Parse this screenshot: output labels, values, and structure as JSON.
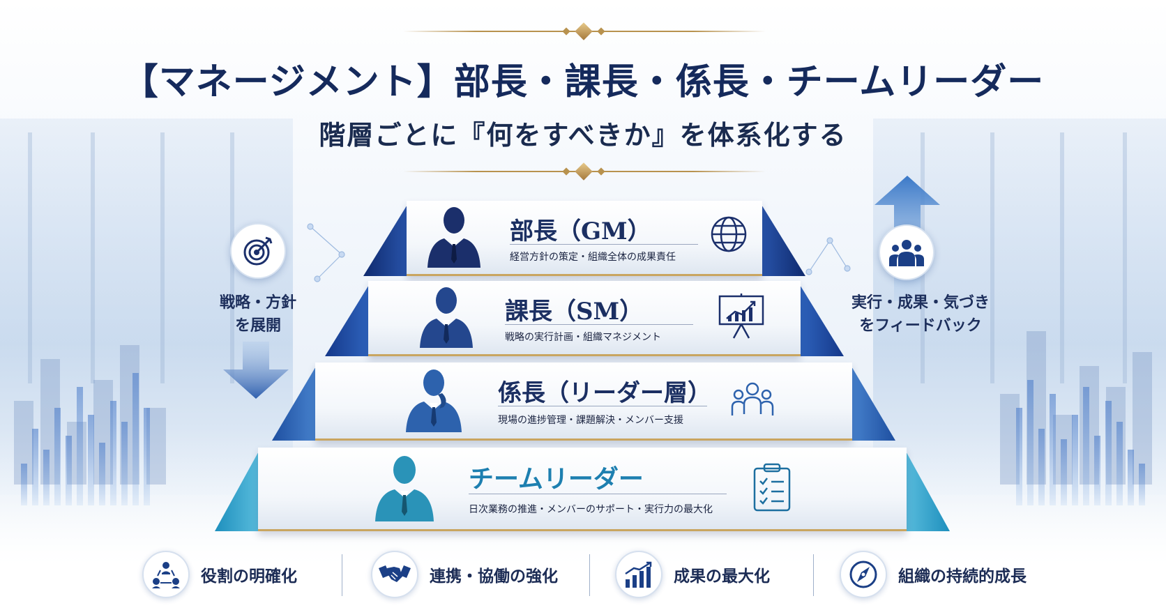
{
  "title": "【マネージメント】部長・課長・係長・チームリーダー",
  "subtitle": "階層ごとに『何をすべきか』を体系化する",
  "tiers": [
    {
      "name": "部長（GM）",
      "desc": "経営方針の策定・組織全体の成果責任",
      "icon": "globe-icon",
      "color": "#183a86"
    },
    {
      "name": "課長（SM）",
      "desc": "戦略の実行計画・組織マネジメント",
      "icon": "presentation-chart-icon",
      "color": "#1f4d9e"
    },
    {
      "name": "係長（リーダー層）",
      "desc": "現場の進捗管理・課題解決・メンバー支援",
      "icon": "team-icon",
      "color": "#2a64b5"
    },
    {
      "name": "チームリーダー",
      "desc": "日次業務の推進・メンバーのサポート・実行力の最大化",
      "icon": "checklist-icon",
      "color": "#2a9bc4"
    }
  ],
  "left_side": {
    "icon": "target-icon",
    "line1": "戦略・方針",
    "line2": "を展開"
  },
  "right_side": {
    "icon": "people-icon",
    "line1": "実行・成果・気づき",
    "line2": "をフィードバック"
  },
  "footer": [
    {
      "label": "役割の明確化",
      "icon": "role-network-icon"
    },
    {
      "label": "連携・協働の強化",
      "icon": "handshake-icon"
    },
    {
      "label": "成果の最大化",
      "icon": "growth-chart-icon"
    },
    {
      "label": "組織の持続的成長",
      "icon": "compass-icon"
    }
  ]
}
